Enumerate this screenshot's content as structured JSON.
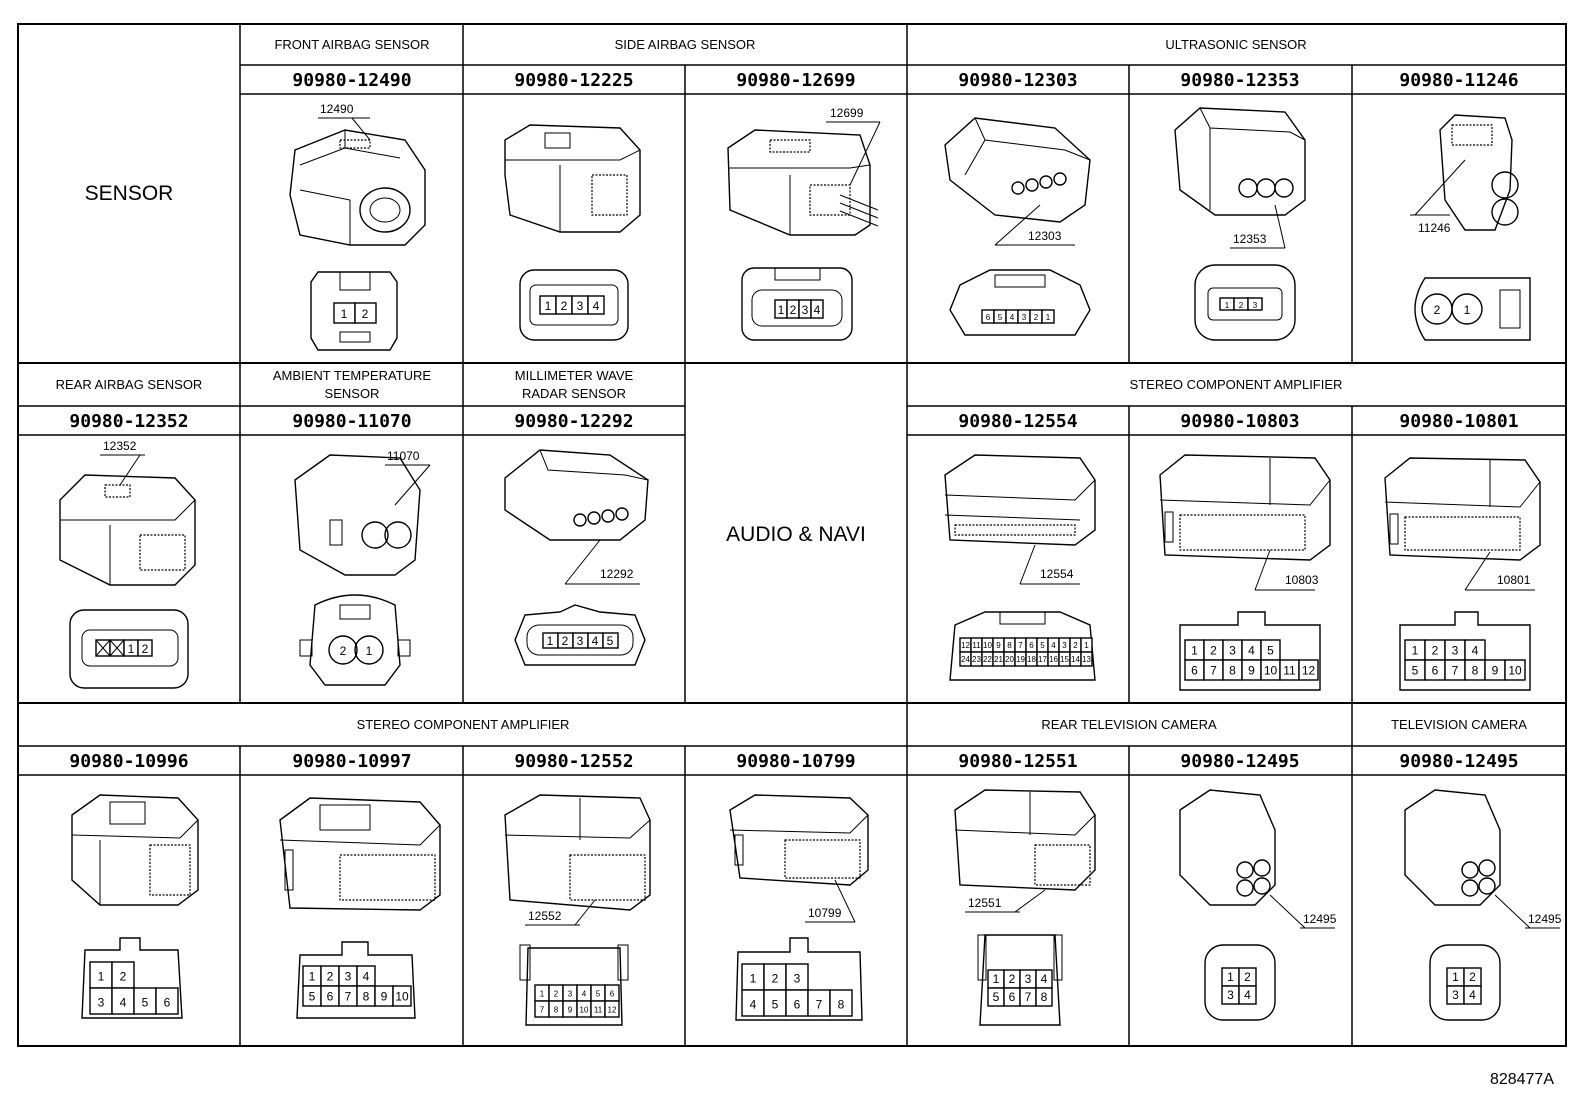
{
  "figure_id": "828477A",
  "row1": {
    "sensor_label": "SENSOR",
    "groups": [
      "FRONT AIRBAG SENSOR",
      "SIDE AIRBAG SENSOR",
      "ULTRASONIC SENSOR"
    ],
    "parts": [
      {
        "pn": "90980-12490",
        "callout": "12490",
        "pins": [
          "1",
          "2"
        ]
      },
      {
        "pn": "90980-12225",
        "callout": "",
        "pins": [
          "1",
          "2",
          "3",
          "4"
        ]
      },
      {
        "pn": "90980-12699",
        "callout": "12699",
        "pins": [
          "1",
          "2",
          "3",
          "4"
        ]
      },
      {
        "pn": "90980-12303",
        "callout": "12303",
        "pins": [
          "6",
          "5",
          "4",
          "3",
          "2",
          "1"
        ]
      },
      {
        "pn": "90980-12353",
        "callout": "12353",
        "pins": [
          "1",
          "2",
          "3"
        ]
      },
      {
        "pn": "90980-11246",
        "callout": "11246",
        "pins": [
          "2",
          "1"
        ]
      }
    ]
  },
  "row2": {
    "groups": [
      "REAR AIRBAG SENSOR",
      "AMBIENT TEMPERATURE SENSOR",
      "MILLIMETER WAVE RADAR SENSOR",
      "STEREO COMPONENT AMPLIFIER"
    ],
    "group_lines": {
      "ambient": [
        "AMBIENT TEMPERATURE",
        "SENSOR"
      ],
      "radar": [
        "MILLIMETER WAVE",
        "RADAR SENSOR"
      ]
    },
    "audio_label": "AUDIO & NAVI",
    "parts": [
      {
        "pn": "90980-12352",
        "callout": "12352",
        "pins": [
          "1",
          "2"
        ]
      },
      {
        "pn": "90980-11070",
        "callout": "11070",
        "pins": [
          "2",
          "1"
        ]
      },
      {
        "pn": "90980-12292",
        "callout": "12292",
        "pins": [
          "1",
          "2",
          "3",
          "4",
          "5"
        ]
      },
      {
        "pn": "90980-12554",
        "callout": "12554",
        "pins_top": [
          "12",
          "11",
          "10",
          "9",
          "8",
          "7",
          "6",
          "5",
          "4",
          "3",
          "2",
          "1"
        ],
        "pins_bottom": [
          "24",
          "23",
          "22",
          "21",
          "20",
          "19",
          "18",
          "17",
          "16",
          "15",
          "14",
          "13"
        ]
      },
      {
        "pn": "90980-10803",
        "callout": "10803",
        "pins_top": [
          "1",
          "2",
          "3",
          "4",
          "5"
        ],
        "pins_bottom": [
          "6",
          "7",
          "8",
          "9",
          "10",
          "11",
          "12"
        ]
      },
      {
        "pn": "90980-10801",
        "callout": "10801",
        "pins_top": [
          "1",
          "2",
          "3",
          "4"
        ],
        "pins_bottom": [
          "5",
          "6",
          "7",
          "8",
          "9",
          "10"
        ]
      }
    ]
  },
  "row3": {
    "groups": [
      "STEREO COMPONENT AMPLIFIER",
      "REAR TELEVISION CAMERA",
      "TELEVISION CAMERA"
    ],
    "parts": [
      {
        "pn": "90980-10996",
        "callout": "",
        "pins_top": [
          "1",
          "2"
        ],
        "pins_bottom": [
          "3",
          "4",
          "5",
          "6"
        ]
      },
      {
        "pn": "90980-10997",
        "callout": "",
        "pins_top": [
          "1",
          "2",
          "3",
          "4"
        ],
        "pins_bottom": [
          "5",
          "6",
          "7",
          "8",
          "9",
          "10"
        ]
      },
      {
        "pn": "90980-12552",
        "callout": "12552",
        "pins_top": [
          "1",
          "2",
          "3",
          "4",
          "5",
          "6"
        ],
        "pins_bottom": [
          "7",
          "8",
          "9",
          "10",
          "11",
          "12"
        ]
      },
      {
        "pn": "90980-10799",
        "callout": "10799",
        "pins_top": [
          "1",
          "2",
          "3"
        ],
        "pins_bottom": [
          "4",
          "5",
          "6",
          "7",
          "8"
        ]
      },
      {
        "pn": "90980-12551",
        "callout": "12551",
        "pins_top": [
          "1",
          "2",
          "3",
          "4"
        ],
        "pins_bottom": [
          "5",
          "6",
          "7",
          "8"
        ]
      },
      {
        "pn": "90980-12495",
        "callout": "12495",
        "pins_top": [
          "1",
          "2"
        ],
        "pins_bottom": [
          "3",
          "4"
        ]
      },
      {
        "pn": "90980-12495",
        "callout": "12495",
        "pins_top": [
          "1",
          "2"
        ],
        "pins_bottom": [
          "3",
          "4"
        ]
      }
    ]
  }
}
